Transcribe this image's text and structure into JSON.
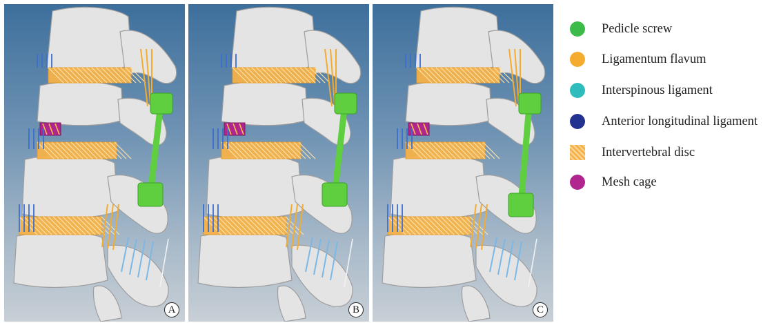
{
  "panels": [
    {
      "label": "A",
      "variant": "long"
    },
    {
      "label": "B",
      "variant": "long"
    },
    {
      "label": "C",
      "variant": "short"
    }
  ],
  "legend": [
    {
      "label": "Pedicle screw",
      "color": "#3cbb4a",
      "shape": "circle"
    },
    {
      "label": "Ligamentum flavum",
      "color": "#f5ac2e",
      "shape": "circle"
    },
    {
      "label": "Interspinous ligament",
      "color": "#2fbcbc",
      "shape": "circle"
    },
    {
      "label": "Anterior longitudinal ligament",
      "color": "#24328f",
      "shape": "circle"
    },
    {
      "label": "Intervertebral disc",
      "color": "#f6b24a",
      "shape": "hatched-square"
    },
    {
      "label": "Mesh cage",
      "color": "#b0268e",
      "shape": "circle"
    }
  ],
  "colors": {
    "bone": "#e4e4e4",
    "screw": "#5fcf3f",
    "flavum": "#f5ac2e",
    "interspinous": "#7ab8e8",
    "anterior": "#3a6fd0",
    "disc": "#f6b24a",
    "cage": "#b0268e"
  }
}
